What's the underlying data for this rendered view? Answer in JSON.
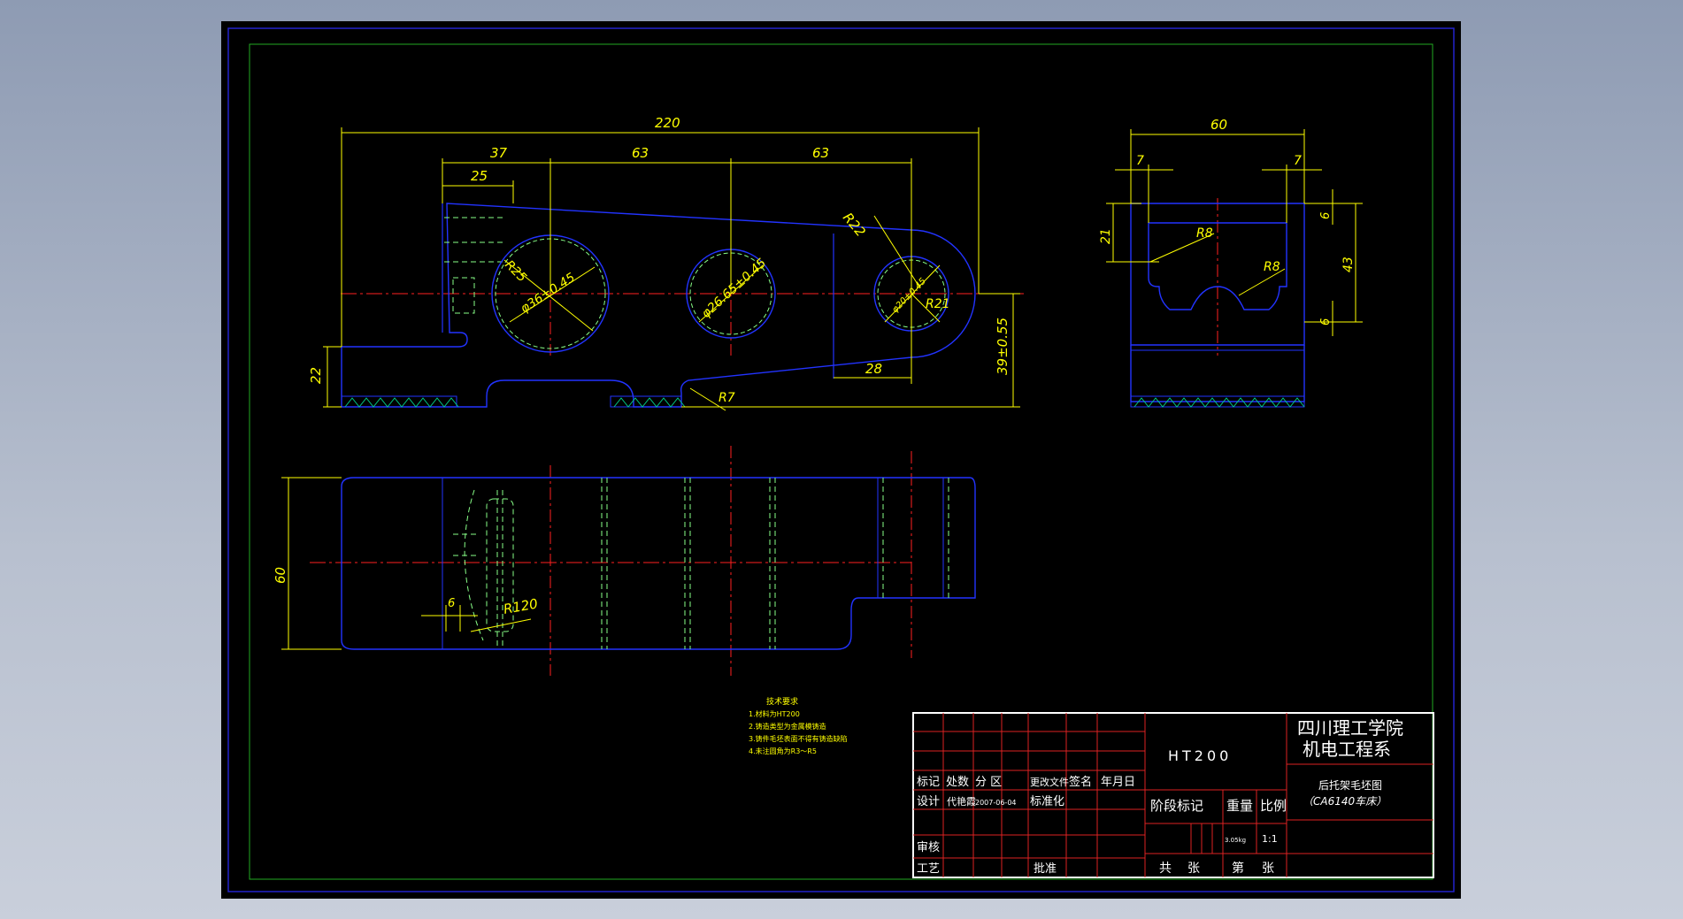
{
  "dims": {
    "d220": "220",
    "d37": "37",
    "d63a": "63",
    "d63b": "63",
    "d25": "25",
    "r22": "R22",
    "r25": "R25",
    "phi36": "φ36±0.45",
    "phi26": "φ26.65±0.45",
    "phi20": "φ20±0.45",
    "r21": "R21",
    "d28": "28",
    "d39": "39±0.55",
    "d22": "22",
    "r7": "R7",
    "d60top": "60",
    "d7a": "7",
    "d7b": "7",
    "d21": "21",
    "r8a": "R8",
    "r8b": "R8",
    "d6a": "6",
    "d43": "43",
    "d6b": "6",
    "d60side": "60",
    "d6c": "6",
    "r120": "R120"
  },
  "notes": {
    "title": "技术要求",
    "items": [
      "1.材料为HT200",
      "2.铸造类型为金属模铸造",
      "3.铸件毛坯表面不得有铸造缺陷",
      "4.未注圆角为R3～R5"
    ]
  },
  "title_block": {
    "material": "HT200",
    "school_line1": "四川理工学院",
    "school_line2": "机电工程系",
    "part_name": "后托架毛坯图",
    "machine": "（CA6140车床）",
    "h_biaoji": "标记",
    "h_chushu": "处数",
    "h_fenqu": "分  区",
    "h_gengai": "更改文件",
    "h_qianming": "签名",
    "h_date": "年月日",
    "sheji": "设计",
    "designer": "代艳霞",
    "design_date": "2007-06-04",
    "biaozhunhua": "标准化",
    "shenhe": "审核",
    "gongyi": "工艺",
    "pizhun": "批准",
    "jieduan": "阶段标记",
    "zhongliang": "重量",
    "bili": "比例",
    "weight": "3.05kg",
    "scale": "1:1",
    "gong": "共",
    "zhang1": "张",
    "di": "第",
    "zhang2": "张"
  }
}
